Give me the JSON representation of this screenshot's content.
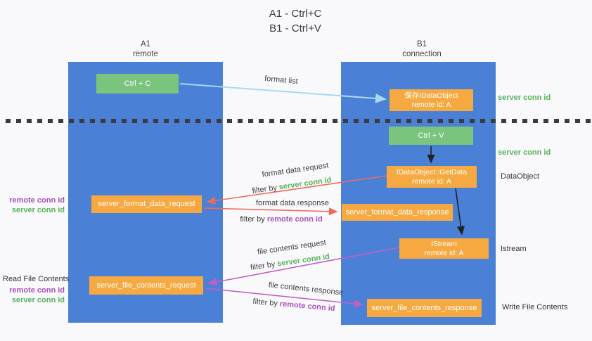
{
  "title": {
    "line1": "A1 - Ctrl+C",
    "line2": "B1 - Ctrl+V"
  },
  "lanes": [
    {
      "name": "A1",
      "subtitle": "remote"
    },
    {
      "name": "B1",
      "subtitle": "connection"
    }
  ],
  "nodes": {
    "ctrl_c": "Ctrl + C",
    "ctrl_v": "Ctrl + V",
    "save_dataobject": {
      "line1": "保存IDataObject",
      "line2": "remote id: A"
    },
    "getdata": {
      "line1": "IDataObject::GetData",
      "line2": "remote id: A"
    },
    "istream": {
      "line1": "IStream",
      "line2": "remote id: A"
    },
    "format_request": "server_format_data_request",
    "format_response": "server_format_data_response",
    "file_request": "server_file_contents_request",
    "file_response": "server_file_contents_response"
  },
  "arrow_labels": {
    "format_list": "format list",
    "format_data_request": "format data request",
    "format_data_response": "format data response",
    "file_contents_request": "file contents request",
    "file_contents_response": "file contents response",
    "filter_by": "filter by ",
    "server_conn_id": "server conn id",
    "remote_conn_id": "remote conn id"
  },
  "side_labels": {
    "server_conn_id": "server conn id",
    "remote_conn_id": "remote conn id",
    "dataobject": "DataObject",
    "istream": "Istream",
    "read_file_contents": "Read File Contents",
    "write_file_contents": "Write File Contents"
  },
  "colors": {
    "lane_blue": "#4a80d6",
    "box_green": "#7ac47e",
    "box_orange": "#f6a940",
    "arrow_light_blue": "#a9d7f2",
    "arrow_red": "#ed6a5e",
    "arrow_magenta": "#c35fc6",
    "arrow_black": "#222222",
    "label_green": "#57b25b",
    "label_purple": "#a751bc",
    "background": "#f9f9fb"
  }
}
